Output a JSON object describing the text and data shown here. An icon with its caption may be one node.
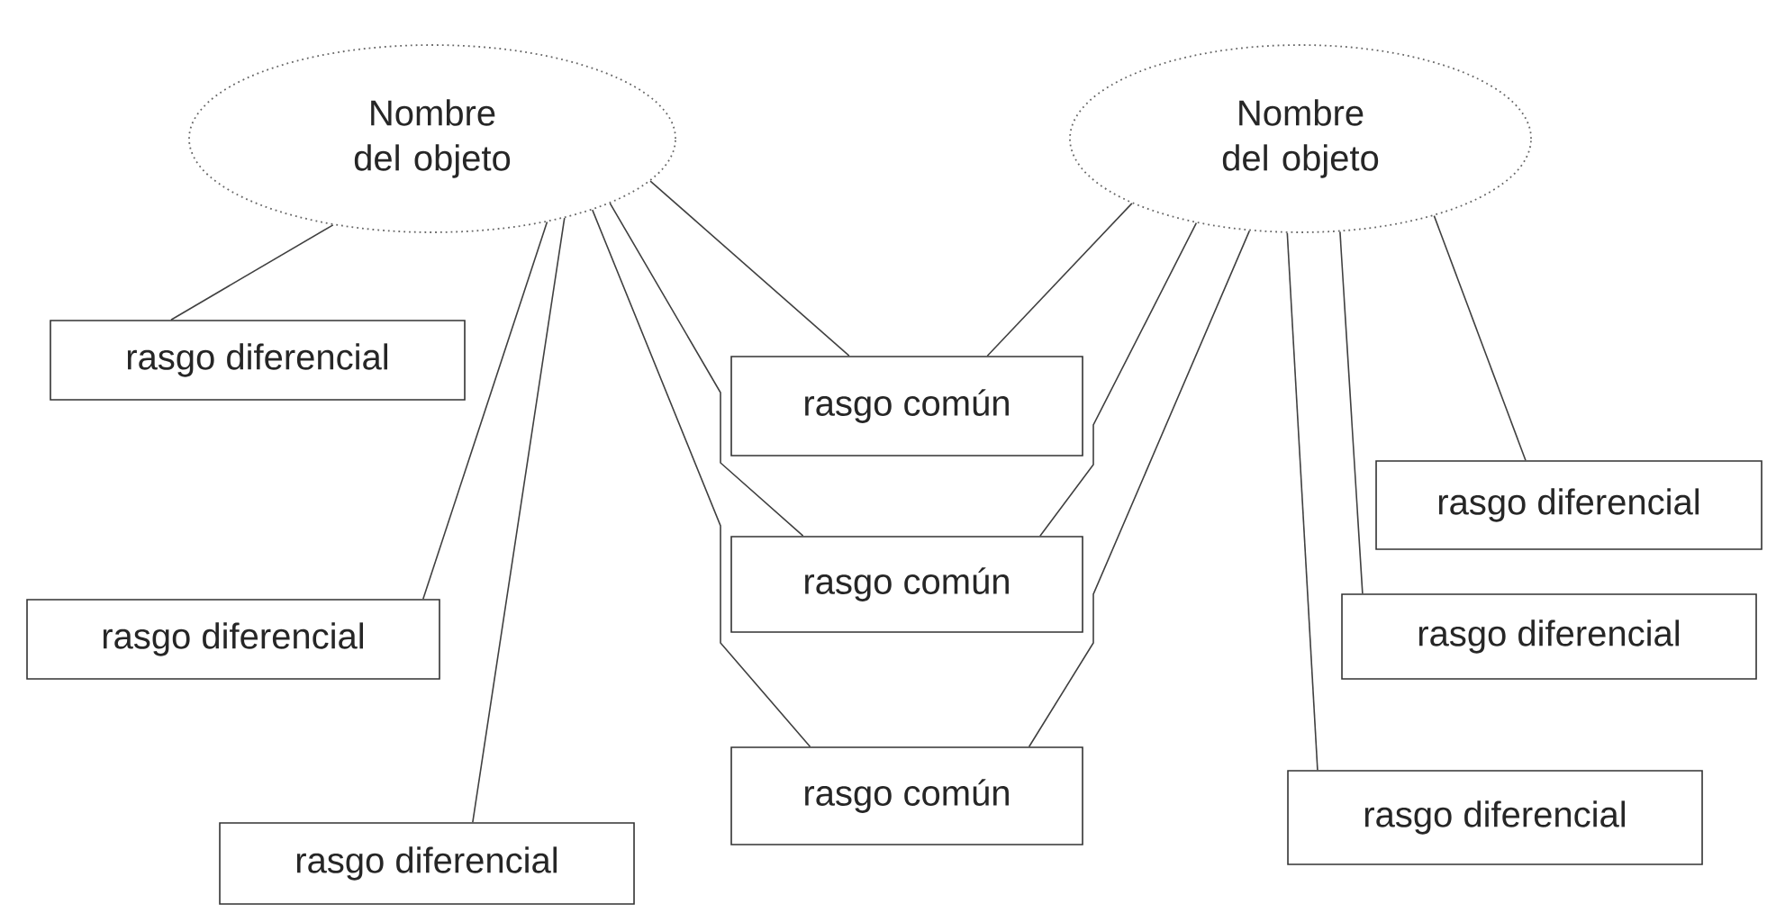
{
  "diagram": {
    "nodes": [
      {
        "text": [
          "Nombre del objeto"
        ]
      },
      {
        "text": [
          "Nombre del objeto"
        ]
      },
      {
        "text": [
          "rasgo diferencial"
        ]
      },
      {
        "text": [
          "rasgo diferencial"
        ]
      },
      {
        "text": [
          "rasgo diferencial"
        ]
      },
      {
        "text": [
          "rasgo común"
        ]
      },
      {
        "text": [
          "rasgo común"
        ]
      },
      {
        "text": [
          "rasgo común"
        ]
      },
      {
        "text": [
          "rasgo diferencial"
        ]
      },
      {
        "text": [
          "rasgo diferencial"
        ]
      },
      {
        "text": [
          "rasgo diferencial"
        ]
      }
    ],
    "edges": [
      {
        "from": 0,
        "to": 2,
        "arrow": "none"
      },
      {
        "from": 0,
        "to": 3,
        "arrow": "none"
      },
      {
        "from": 0,
        "to": 4,
        "arrow": "none"
      },
      {
        "from": 0,
        "to": 5,
        "arrow": "none"
      },
      {
        "from": 0,
        "to": 6,
        "arrow": "none"
      },
      {
        "from": 0,
        "to": 7,
        "arrow": "none"
      },
      {
        "from": 1,
        "to": 5,
        "arrow": "none"
      },
      {
        "from": 1,
        "to": 6,
        "arrow": "none"
      },
      {
        "from": 1,
        "to": 7,
        "arrow": "none"
      },
      {
        "from": 1,
        "to": 8,
        "arrow": "none"
      },
      {
        "from": 1,
        "to": 9,
        "arrow": "none"
      },
      {
        "from": 1,
        "to": 10,
        "arrow": "none"
      }
    ]
  }
}
